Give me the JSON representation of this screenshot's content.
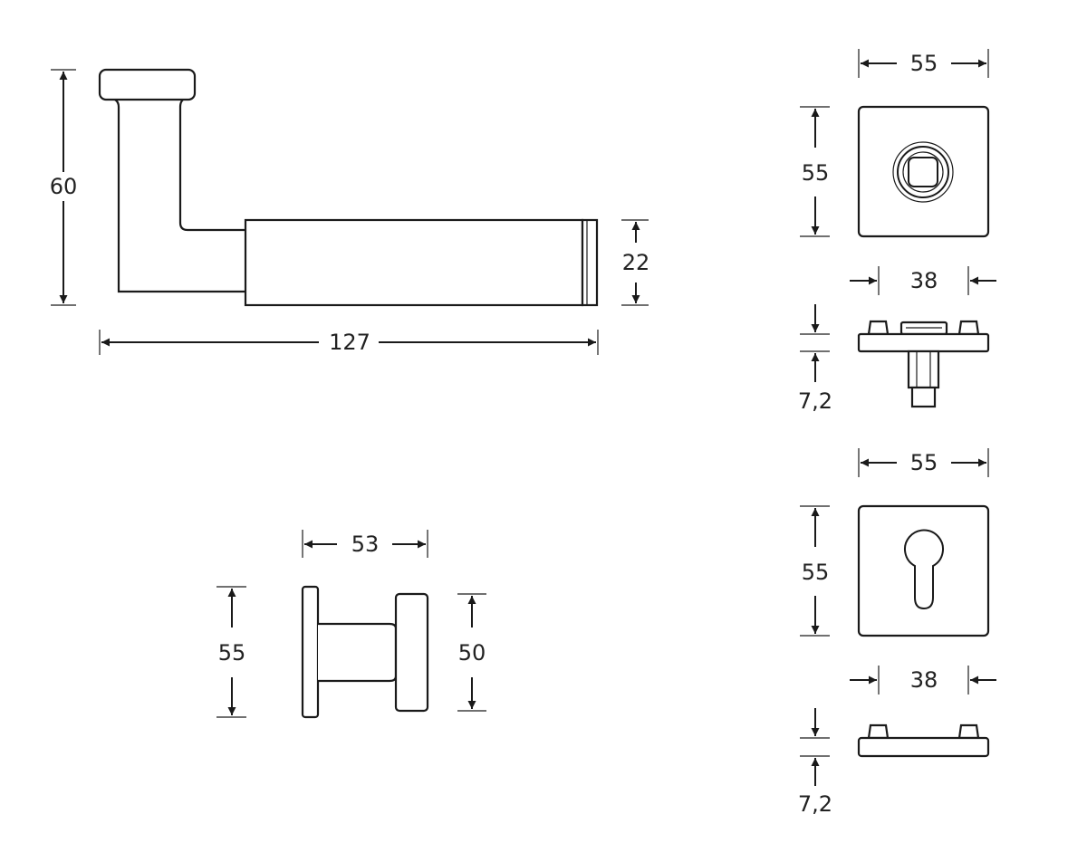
{
  "colors": {
    "line": "#1a1a1a",
    "text": "#222222",
    "background": "#ffffff"
  },
  "lever": {
    "height_label": "60",
    "length_label": "127",
    "diameter_label": "22"
  },
  "knob": {
    "depth_label": "53",
    "rose_label": "55",
    "grip_label": "50"
  },
  "rose_top": {
    "width_label": "55",
    "height_label": "55",
    "fixing_label": "38",
    "thickness_label": "7,2"
  },
  "rose_bottom": {
    "width_label": "55",
    "height_label": "55",
    "fixing_label": "38",
    "thickness_label": "7,2"
  }
}
